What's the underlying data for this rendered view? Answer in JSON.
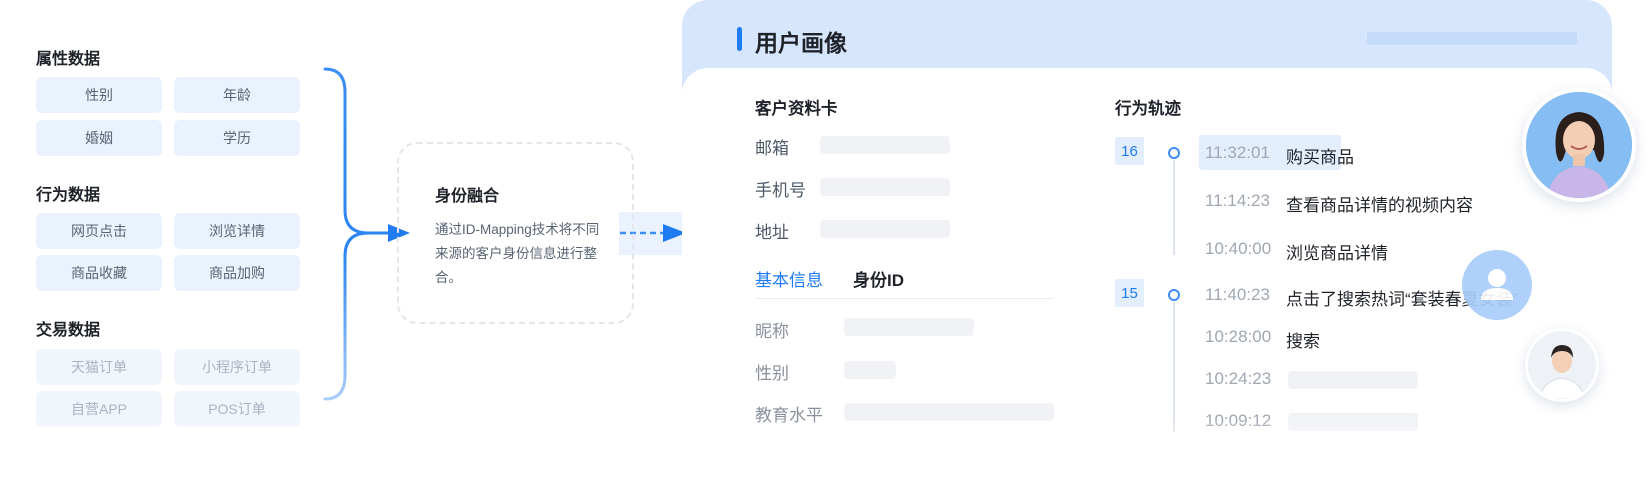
{
  "left": {
    "sections": [
      {
        "title": "属性数据",
        "tags": [
          "性别",
          "年龄",
          "婚姻",
          "学历"
        ]
      },
      {
        "title": "行为数据",
        "tags": [
          "网页点击",
          "浏览详情",
          "商品收藏",
          "商品加购"
        ]
      },
      {
        "title": "交易数据",
        "tags": [
          "天猫订单",
          "小程序订单",
          "自营APP",
          "POS订单"
        ]
      }
    ]
  },
  "identity": {
    "title": "身份融合",
    "description": "通过ID-Mapping技术将不同来源的客户身份信息进行整合。"
  },
  "panel": {
    "title": "用户画像",
    "profile_card": {
      "title": "客户资料卡",
      "fields": [
        "邮箱",
        "手机号",
        "地址"
      ]
    },
    "tabs": {
      "active": "基本信息",
      "other": "身份ID"
    },
    "basic_fields": [
      "昵称",
      "性别",
      "教育水平"
    ],
    "timeline": {
      "title": "行为轨迹",
      "groups": [
        {
          "date": "16",
          "items": [
            {
              "time": "11:32:01",
              "event": "购买商品"
            },
            {
              "time": "11:14:23",
              "event": "查看商品详情的视频内容"
            },
            {
              "time": "10:40:00",
              "event": "浏览商品详情"
            }
          ]
        },
        {
          "date": "15",
          "items": [
            {
              "time": "11:40:23",
              "event": "点击了搜索热词“套装春夏女装”"
            },
            {
              "time": "10:28:00",
              "event": "搜索"
            },
            {
              "time": "10:24:23",
              "event": ""
            },
            {
              "time": "10:09:12",
              "event": ""
            }
          ]
        }
      ]
    }
  },
  "colors": {
    "accent": "#1f7bf2",
    "panel_bg": "#d6e6fd",
    "tag_bg": "#e9f2fe"
  }
}
